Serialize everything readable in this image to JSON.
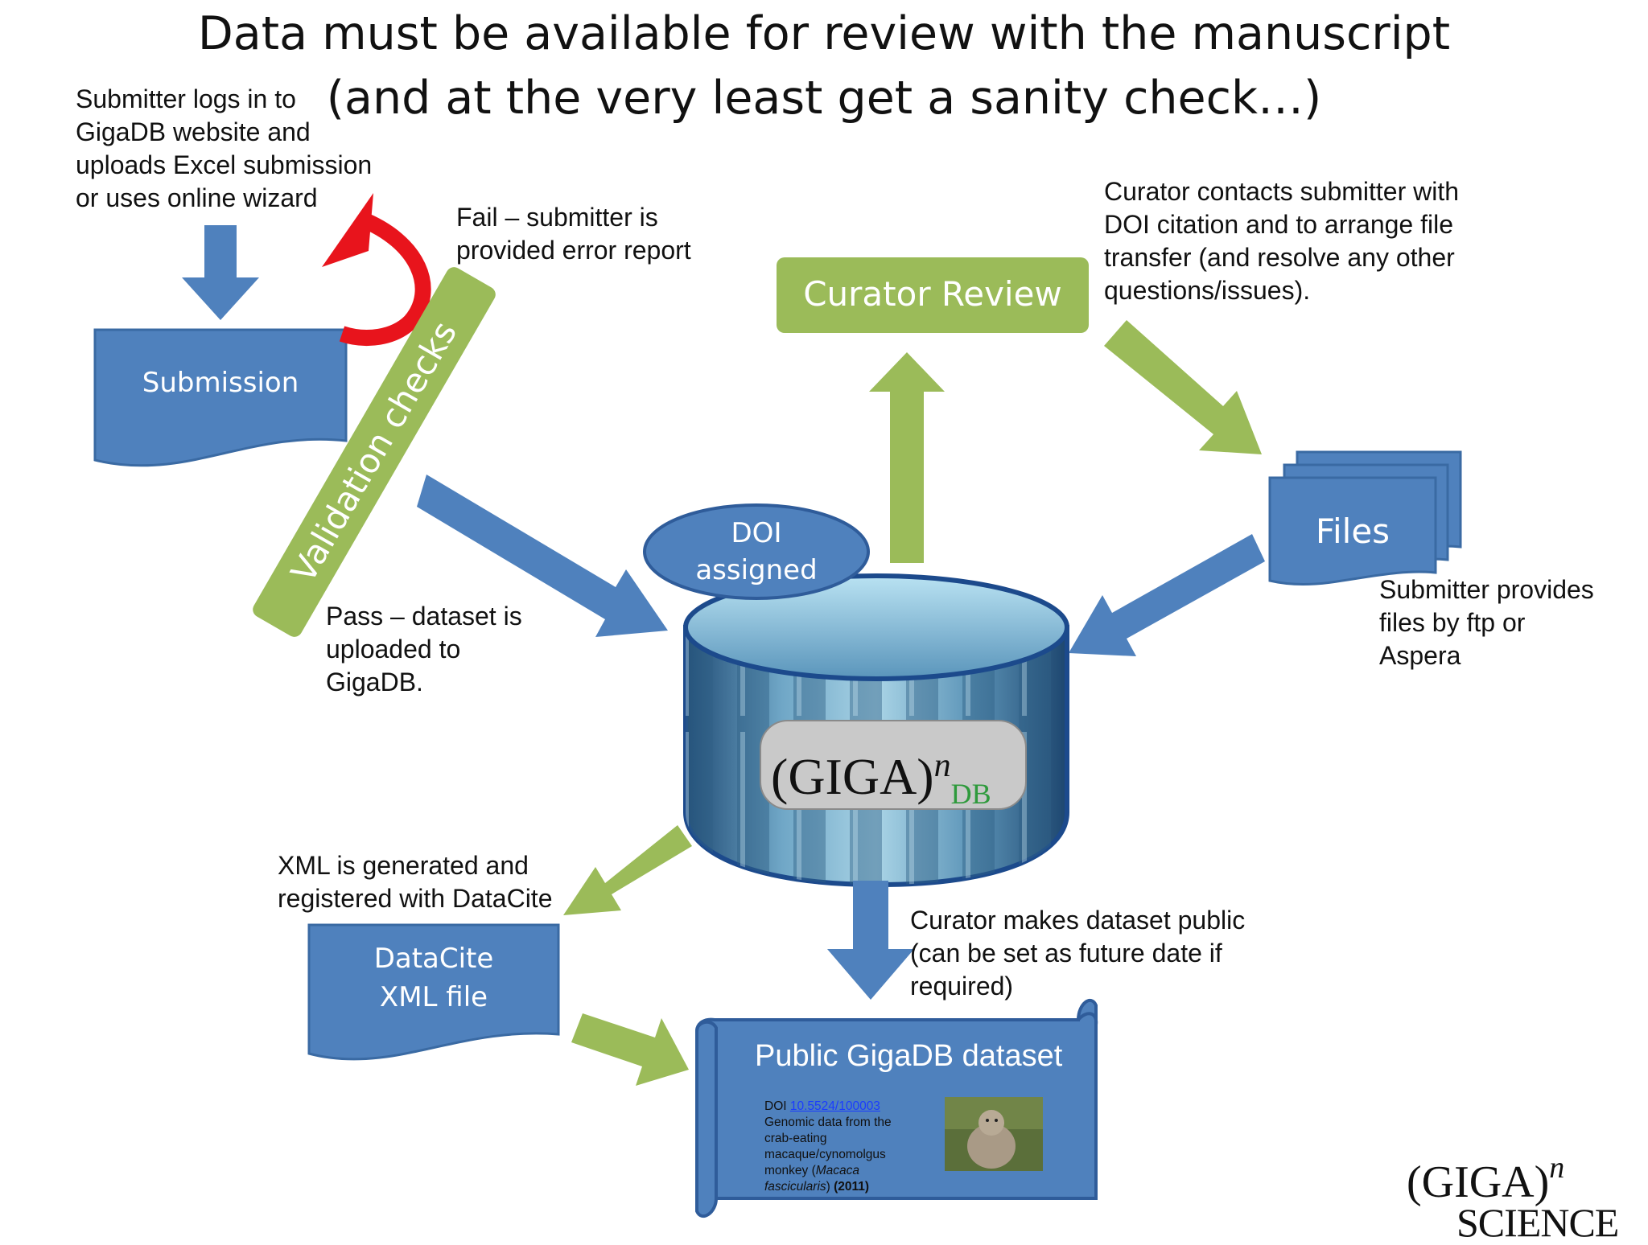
{
  "title": {
    "line1": "Data must be available for review with the manuscript",
    "line2": "(and at the very least get a sanity check…)"
  },
  "notes": {
    "submitter_login": [
      "Submitter logs in to",
      "GigaDB website and",
      "uploads Excel submission",
      "or uses online wizard"
    ],
    "fail": [
      "Fail – submitter is",
      "provided error report"
    ],
    "pass": [
      "Pass – dataset is",
      "uploaded to",
      "GigaDB."
    ],
    "curator_contacts": [
      "Curator  contacts submitter with",
      "DOI citation and to arrange file",
      "transfer (and resolve any other",
      "questions/issues)."
    ],
    "submitter_files": [
      "Submitter provides",
      "files by ftp or",
      "Aspera"
    ],
    "xml_generated": [
      "XML is generated and",
      "registered with DataCite"
    ],
    "curator_public": [
      "Curator  makes dataset public",
      "(can be set as future date if",
      "required)"
    ]
  },
  "boxes": {
    "submission": "Submission",
    "validation": "Validation checks",
    "curator_review": "Curator Review",
    "files": "Files",
    "doi_assigned": [
      "DOI",
      "assigned"
    ],
    "datacite": [
      "DataCite",
      "XML file"
    ],
    "public_dataset": "Public GigaDB dataset"
  },
  "database_logo": {
    "main": "(GIGA)",
    "sup": "n",
    "sub": "DB"
  },
  "dataset_card": {
    "doi_prefix": "DOI ",
    "doi_link": "10.5524/100003",
    "lines": [
      "Genomic data from the",
      "crab-eating",
      "macaque/cynomolgus"
    ],
    "line4_pre": "monkey (",
    "line4_italic": "Macaca",
    "line5_italic": "fascicularis",
    "line5_post": ") ",
    "year": "(2011)"
  },
  "corner_logo": {
    "top": "(GIGA)",
    "sup": "n",
    "bottom": "SCIENCE"
  },
  "colors": {
    "blue": "#4f81bd",
    "blue_dark": "#3a6aa3",
    "green": "#9bbb59",
    "red": "#e8141c",
    "link": "#1a3cff"
  }
}
